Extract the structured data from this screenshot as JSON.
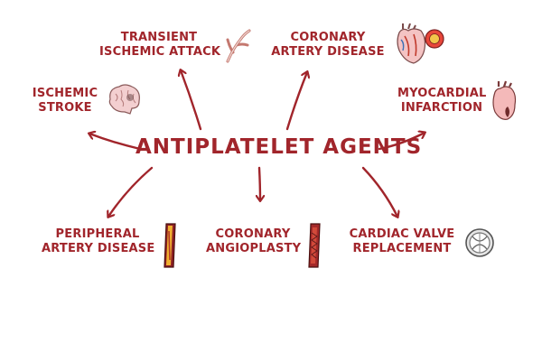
{
  "title": "ANTIPLATELET AGENTS",
  "nodes": {
    "tia": {
      "line1": "TRANSIENT",
      "line2": "ISCHEMIC ATTACK",
      "icon": "blood-vessel-branch-icon"
    },
    "cad": {
      "line1": "CORONARY",
      "line2": "ARTERY DISEASE",
      "icon": "heart-coronary-icon"
    },
    "stroke": {
      "line1": "ISCHEMIC",
      "line2": "STROKE",
      "icon": "brain-icon"
    },
    "mi": {
      "line1": "MYOCARDIAL",
      "line2": "INFARCTION",
      "icon": "heart-infarct-icon"
    },
    "pad": {
      "line1": "PERIPHERAL",
      "line2": "ARTERY DISEASE",
      "icon": "artery-segment-icon"
    },
    "angio": {
      "line1": "CORONARY",
      "line2": "ANGIOPLASTY",
      "icon": "stent-artery-icon"
    },
    "valve": {
      "line1": "CARDIAC VALVE",
      "line2": "REPLACEMENT",
      "icon": "valve-prosthesis-icon"
    }
  },
  "colors": {
    "text": "#a1252b",
    "arrow": "#a1252b"
  }
}
